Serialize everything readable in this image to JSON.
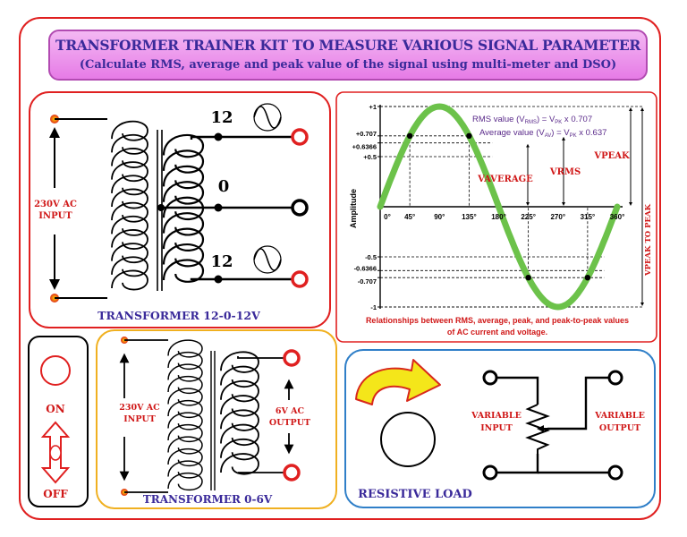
{
  "title": {
    "main": "TRANSFORMER TRAINER KIT TO MEASURE VARIOUS SIGNAL PARAMETER",
    "sub": "(Calculate RMS, average and peak value of the signal using multi-meter and DSO)"
  },
  "transformer_12": {
    "input_line1": "230V AC",
    "input_line2": "INPUT",
    "tap_top": "12",
    "tap_mid": "0",
    "tap_bottom": "12",
    "caption": "TRANSFORMER 12-0-12V"
  },
  "waveform": {
    "formula_rms_prefix": "RMS value (V",
    "formula_rms_sub": "RMS",
    "formula_rms_suffix": ") = V",
    "formula_rms_pk": "PK",
    "formula_rms_factor": " x 0.707",
    "formula_avg_prefix": "Average value (V",
    "formula_avg_sub": "AV",
    "formula_avg_suffix": ") = V",
    "formula_avg_pk": "PK",
    "formula_avg_factor": " x 0.637",
    "y_ticks": [
      "+1",
      "+0.707",
      "+0.6366",
      "+0.5",
      "-0.5",
      "-0.6366",
      "-0.707",
      "-1"
    ],
    "x_ticks": [
      "0°",
      "45°",
      "90°",
      "135°",
      "180°",
      "225°",
      "270°",
      "315°",
      "360°"
    ],
    "ylabel": "Amplitude",
    "label_average": "VAVERAGE",
    "label_rms": "VRMS",
    "label_peak": "VPEAK",
    "label_p2p": "VPEAK TO PEAK",
    "caption_line1": "Relationships between RMS, average, peak, and peak-to-peak values",
    "caption_line2": "of AC current and voltage."
  },
  "switch": {
    "on": "ON",
    "off": "OFF"
  },
  "transformer_6": {
    "input_line1": "230V AC",
    "input_line2": "INPUT",
    "output_line1": "6V AC",
    "output_line2": "OUTPUT",
    "caption": "TRANSFORMER 0-6V"
  },
  "resistive_load": {
    "var_input_1": "VARIABLE",
    "var_input_2": "INPUT",
    "var_output_1": "VARIABLE",
    "var_output_2": "OUTPUT",
    "caption": "RESISTIVE  LOAD"
  },
  "colors": {
    "red": "#e02020",
    "purple_text": "#3a2a9a",
    "sine_green": "#6cc24a",
    "orange_panel": "#f0b020",
    "blue_panel": "#2f7fc8",
    "arrow_yellow": "#f4e61a",
    "arrow_red": "#d8281c"
  }
}
